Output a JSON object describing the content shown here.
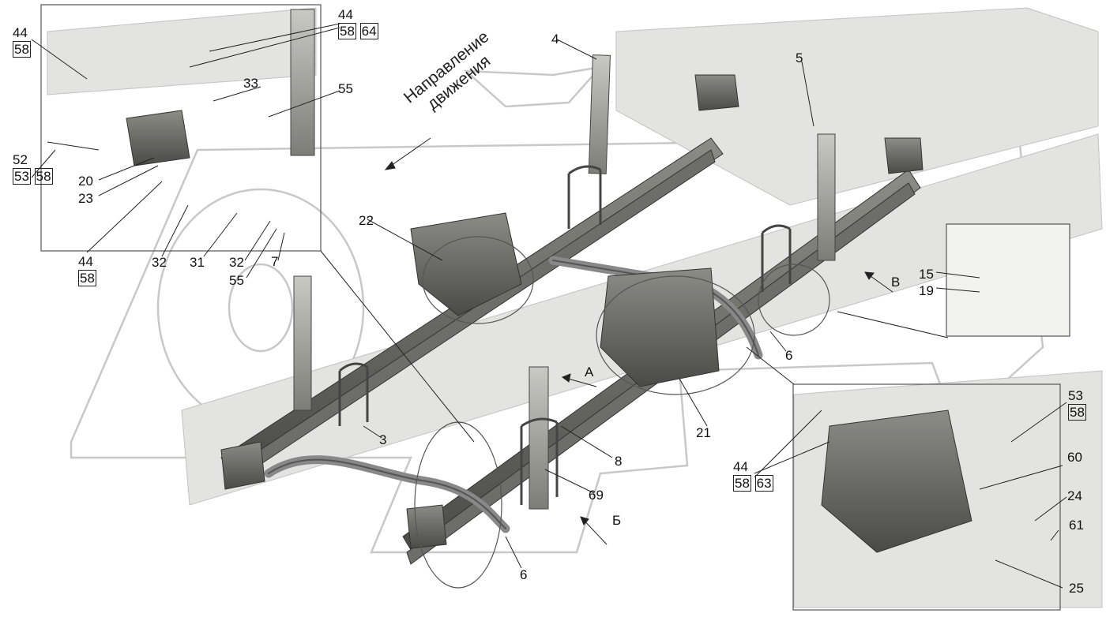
{
  "direction_label": {
    "line1": "Направление",
    "line2": "движения"
  },
  "view_labels": {
    "a": "А",
    "b": "Б",
    "v": "В"
  },
  "callouts": {
    "n4": "4",
    "n5": "5",
    "n3": "3",
    "n6a": "6",
    "n6b": "6",
    "n7": "7",
    "n8": "8",
    "n15": "15",
    "n19": "19",
    "n20": "20",
    "n21": "21",
    "n22": "22",
    "n23": "23",
    "n24": "24",
    "n25": "25",
    "n31": "31",
    "n32a": "32",
    "n32b": "32",
    "n33": "33",
    "n55a": "55",
    "n55b": "55",
    "n60": "60",
    "n61": "61",
    "n69": "69"
  },
  "stacks": {
    "tl": [
      "44",
      "58"
    ],
    "tr": [
      "44",
      "58",
      "64"
    ],
    "left": [
      "52",
      "53",
      "58"
    ],
    "bottom": [
      "44",
      "58"
    ],
    "right_top": [
      "53",
      "58"
    ],
    "right_bottom": [
      "44",
      "58",
      "63"
    ]
  },
  "colors": {
    "ink": "#111111",
    "metal": "#a9a9a4",
    "metal_dark": "#5f5f5b",
    "watermark": "#d8d8d8"
  }
}
